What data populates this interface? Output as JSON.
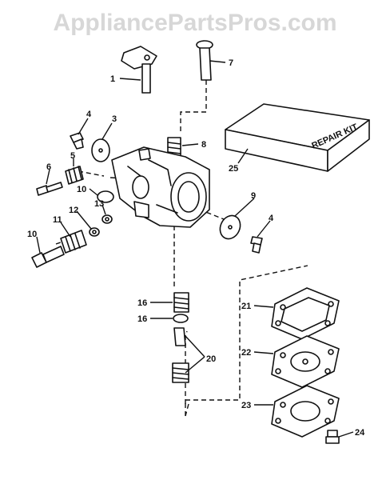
{
  "watermark": "AppliancePartsPros.com",
  "kit_label": "REPAIR KIT",
  "callouts": {
    "c1": "1",
    "c3": "3",
    "c4a": "4",
    "c4b": "4",
    "c5": "5",
    "c6": "6",
    "c7": "7",
    "c8": "8",
    "c9": "9",
    "c10a": "10",
    "c10b": "10",
    "c11": "11",
    "c12": "12",
    "c13": "13",
    "c16a": "16",
    "c16b": "16",
    "c20": "20",
    "c21": "21",
    "c22": "22",
    "c23": "23",
    "c24": "24",
    "c25": "25"
  }
}
